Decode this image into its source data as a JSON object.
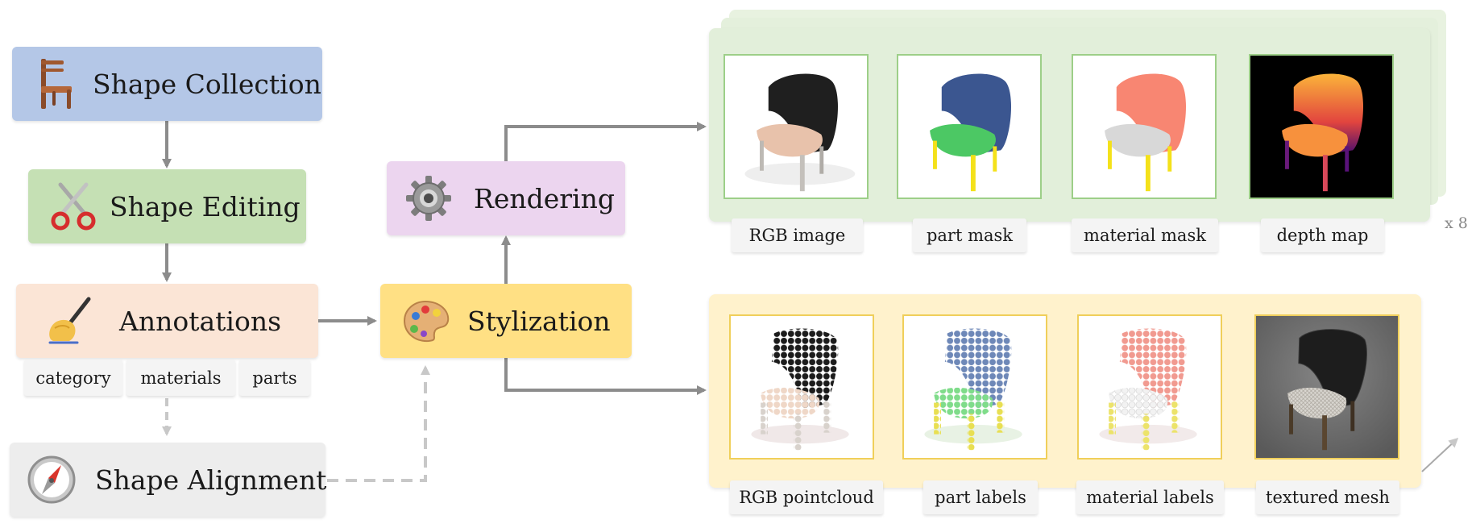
{
  "pipeline": {
    "shape_collection": "Shape Collection",
    "shape_editing": "Shape Editing",
    "annotations": "Annotations",
    "shape_alignment": "Shape Alignment",
    "stylization": "Stylization",
    "rendering": "Rendering"
  },
  "annotation_tags": [
    "category",
    "materials",
    "parts"
  ],
  "render_outputs": [
    "RGB image",
    "part mask",
    "material mask",
    "depth map"
  ],
  "pointcloud_outputs": [
    "RGB pointcloud",
    "part labels",
    "material labels",
    "textured mesh"
  ],
  "multiplier": "x 8",
  "icons": {
    "shape_collection": "chair-icon",
    "shape_editing": "scissors-icon",
    "annotations": "writing-hand-icon",
    "shape_alignment": "compass-icon",
    "stylization": "palette-icon",
    "rendering": "gear-icon"
  },
  "colors": {
    "shape_collection": "#b4c7e7",
    "shape_editing": "#c5e0b4",
    "annotations": "#fbe5d6",
    "shape_alignment": "#ededed",
    "stylization": "#ffe084",
    "rendering": "#ecd5ef",
    "render_panel": "#e2efda",
    "pointcloud_panel": "#fff2cc",
    "arrow": "#8c8c8c",
    "dashed_arrow": "#c8c8c8"
  }
}
